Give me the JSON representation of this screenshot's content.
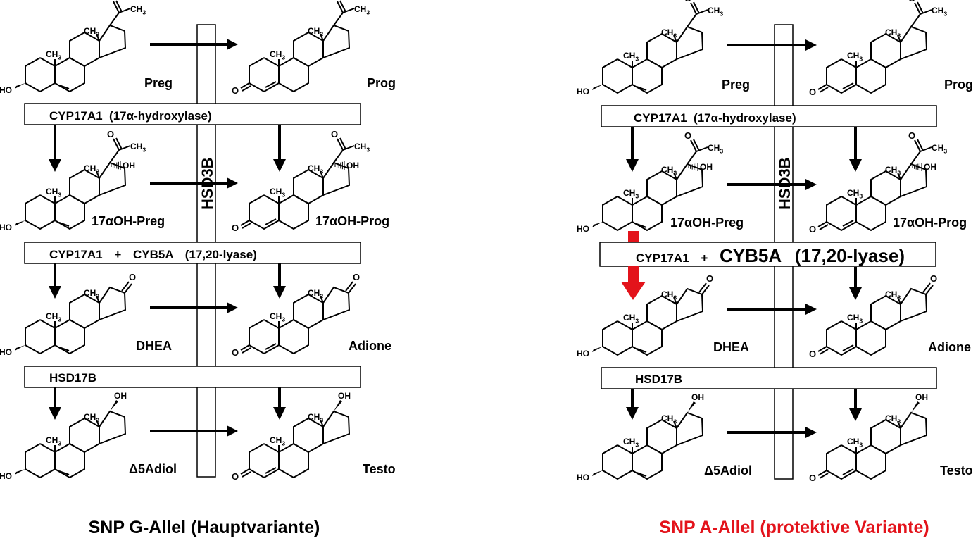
{
  "colors": {
    "black": "#000000",
    "highlight_red": "#e3131b",
    "caption_red": "#e3131b"
  },
  "compounds": {
    "preg": "Preg",
    "prog": "Prog",
    "oh_preg": "17αOH-Preg",
    "oh_prog": "17αOH-Prog",
    "dhea": "DHEA",
    "adione": "Adione",
    "adiol": "Δ5Adiol",
    "testo": "Testo"
  },
  "atom_labels": {
    "ho": "HO",
    "o": "O",
    "ch3": "CH",
    "sub3": "3",
    "oh": "OH"
  },
  "enzymes": {
    "cyp17a1_hydroxylase": "CYP17A1  (17α-hydroxylase)",
    "cyp17a1": "CYP17A1",
    "plus": "+",
    "cyb5a": "CYB5A",
    "lyase": "(17,20-lyase)",
    "hsd17b": "HSD17B",
    "hsd3b": "HSD3B"
  },
  "panels": [
    {
      "caption": "SNP G-Allel (Hauptvariante)",
      "caption_color": "#000000",
      "highlighted": false
    },
    {
      "caption": "SNP A-Allel (protektive Variante)",
      "caption_color": "#e3131b",
      "highlighted": true
    }
  ]
}
